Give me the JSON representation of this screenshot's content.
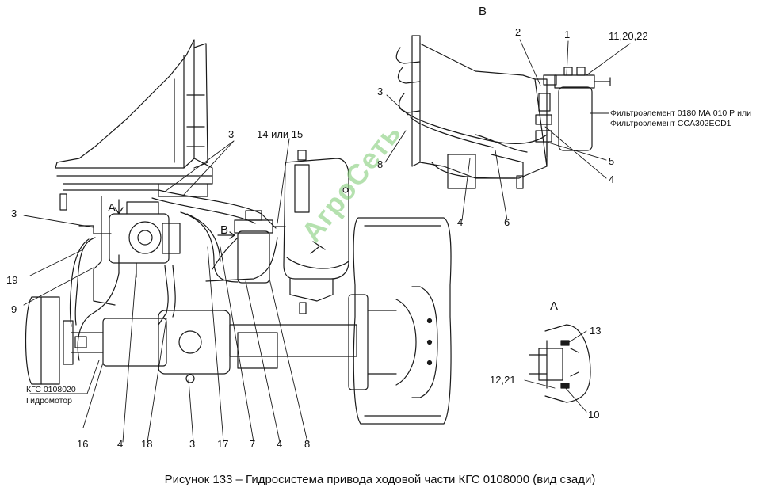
{
  "caption": "Рисунок 133 – Гидросистема привода ходовой части КГС 0108000 (вид сзади)",
  "watermark": "АгроСеть",
  "views": {
    "a": "А",
    "b": "В"
  },
  "arrow_b_label": "В",
  "main_labels": {
    "l3_left": "3",
    "l3_top": "3",
    "l14_15": "14 или 15",
    "l19": "19",
    "l9": "9",
    "l16": "16",
    "l4_bottom_left": "4",
    "l18": "18",
    "l3_bottom": "3",
    "l17": "17",
    "l7": "7",
    "l4_bottom_right": "4",
    "l8_bottom": "8",
    "kgs_code": "КГС 0108020",
    "hydromotor": "Гидромотор"
  },
  "view_b_labels": {
    "l2": "2",
    "l1": "1",
    "l11_20_22": "11,20,22",
    "l3": "3",
    "l8": "8",
    "l5": "5",
    "l4_right": "4",
    "l4_bottom": "4",
    "l6": "6",
    "filter_line1": "Фильтроэлемент 0180 МА 010 Р или",
    "filter_line2": "Фильтроэлемент CCA302ECD1"
  },
  "view_a_labels": {
    "l13": "13",
    "l12_21": "12,21",
    "l10": "10"
  },
  "colors": {
    "line": "#1a1a1a",
    "watermark": "#7ec86e"
  }
}
